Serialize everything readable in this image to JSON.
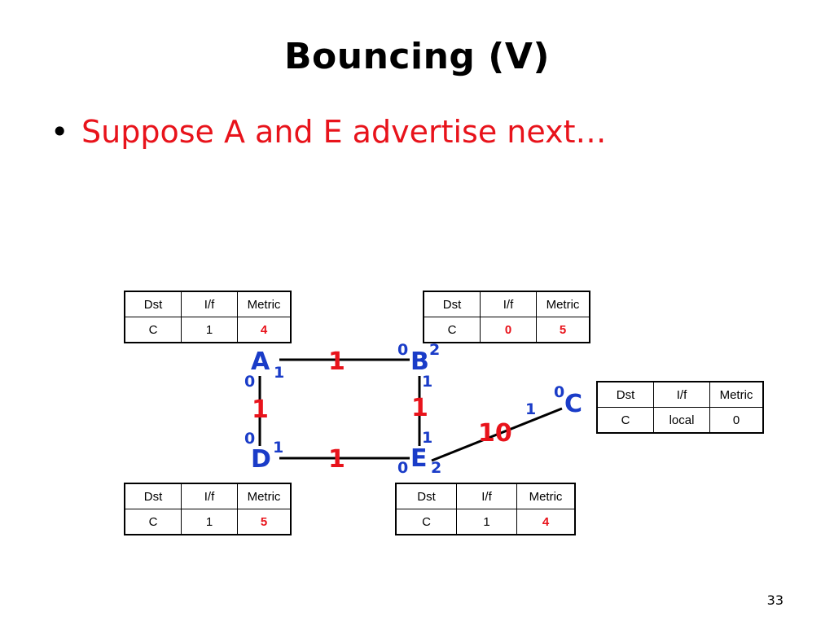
{
  "slide": {
    "title": "Bouncing (V)",
    "bullet": "Suppose A and E advertise next…",
    "page_number": "33"
  },
  "colors": {
    "node": "#1a3cc8",
    "cost": "#e8131b",
    "bullet": "#e8131b",
    "line": "#000000"
  },
  "nodes": {
    "A": "A",
    "B": "B",
    "C": "C",
    "D": "D",
    "E": "E"
  },
  "ports": {
    "A_right": "1",
    "A_down": "0",
    "B_left": "0",
    "B_up": "2",
    "B_down": "1",
    "C_left": "0",
    "C_link": "1",
    "D_up": "0",
    "D_right": "1",
    "E_up": "1",
    "E_left": "0",
    "E_right": "2"
  },
  "link_costs": {
    "A_B": "1",
    "A_D": "1",
    "B_E": "1",
    "D_E": "1",
    "E_C": "10"
  },
  "tables": {
    "A": {
      "headers": [
        "Dst",
        "I/f",
        "Metric"
      ],
      "row": [
        "C",
        "1",
        "4"
      ]
    },
    "B": {
      "headers": [
        "Dst",
        "I/f",
        "Metric"
      ],
      "row": [
        "C",
        "0",
        "5"
      ]
    },
    "C": {
      "headers": [
        "Dst",
        "I/f",
        "Metric"
      ],
      "row": [
        "C",
        "local",
        "0"
      ]
    },
    "D": {
      "headers": [
        "Dst",
        "I/f",
        "Metric"
      ],
      "row": [
        "C",
        "1",
        "5"
      ]
    },
    "E": {
      "headers": [
        "Dst",
        "I/f",
        "Metric"
      ],
      "row": [
        "C",
        "1",
        "4"
      ]
    }
  }
}
